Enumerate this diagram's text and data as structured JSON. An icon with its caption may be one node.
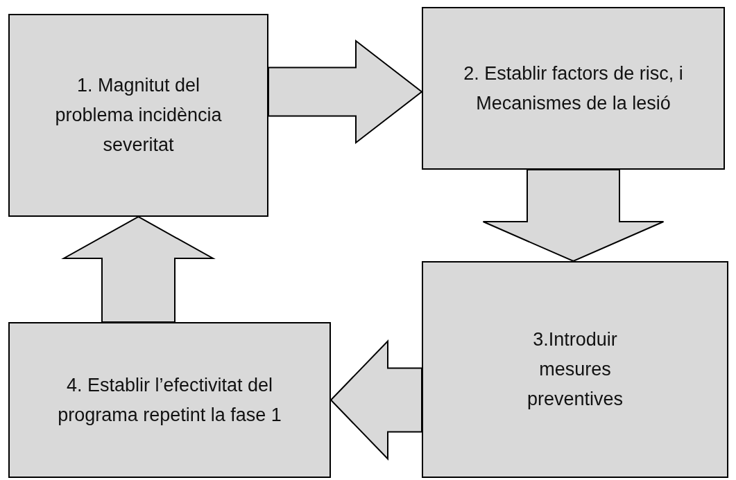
{
  "diagram": {
    "nodes": [
      {
        "text": [
          "1. Magnitut del problema incidència severitat"
        ]
      },
      {
        "text": [
          "2. Establir factors de risc, i Mecanismes de la lesió"
        ]
      },
      {
        "text": [
          "3.Introduir mesures preventives"
        ]
      },
      {
        "text": [
          "4. Establir l’efectivitat del programa repetint la fase 1"
        ]
      }
    ],
    "edges": [
      {
        "from": 0,
        "to": 1,
        "arrow": "to"
      },
      {
        "from": 1,
        "to": 2,
        "arrow": "to"
      },
      {
        "from": 2,
        "to": 3,
        "arrow": "to"
      },
      {
        "from": 3,
        "to": 0,
        "arrow": "to"
      }
    ]
  }
}
